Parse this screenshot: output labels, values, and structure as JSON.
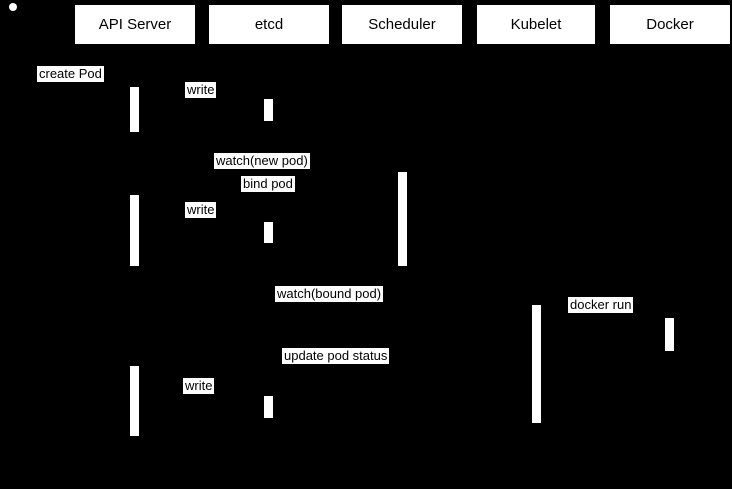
{
  "diagram": {
    "type": "uml-sequence",
    "subject": "Kubernetes pod creation flow"
  },
  "colors": {
    "background": "#000000",
    "node_fill": "#ffffff",
    "node_text": "#000000"
  },
  "start_node": {
    "icon": "filled-circle-initial-node"
  },
  "participants": [
    {
      "label": "API Server"
    },
    {
      "label": "etcd"
    },
    {
      "label": "Scheduler"
    },
    {
      "label": "Kubelet"
    },
    {
      "label": "Docker"
    }
  ],
  "messages": [
    {
      "label": "create Pod"
    },
    {
      "label": "write"
    },
    {
      "label": "watch(new pod)"
    },
    {
      "label": "bind pod"
    },
    {
      "label": "write"
    },
    {
      "label": "watch(bound pod)"
    },
    {
      "label": "docker run"
    },
    {
      "label": "update pod status"
    },
    {
      "label": "write"
    }
  ]
}
